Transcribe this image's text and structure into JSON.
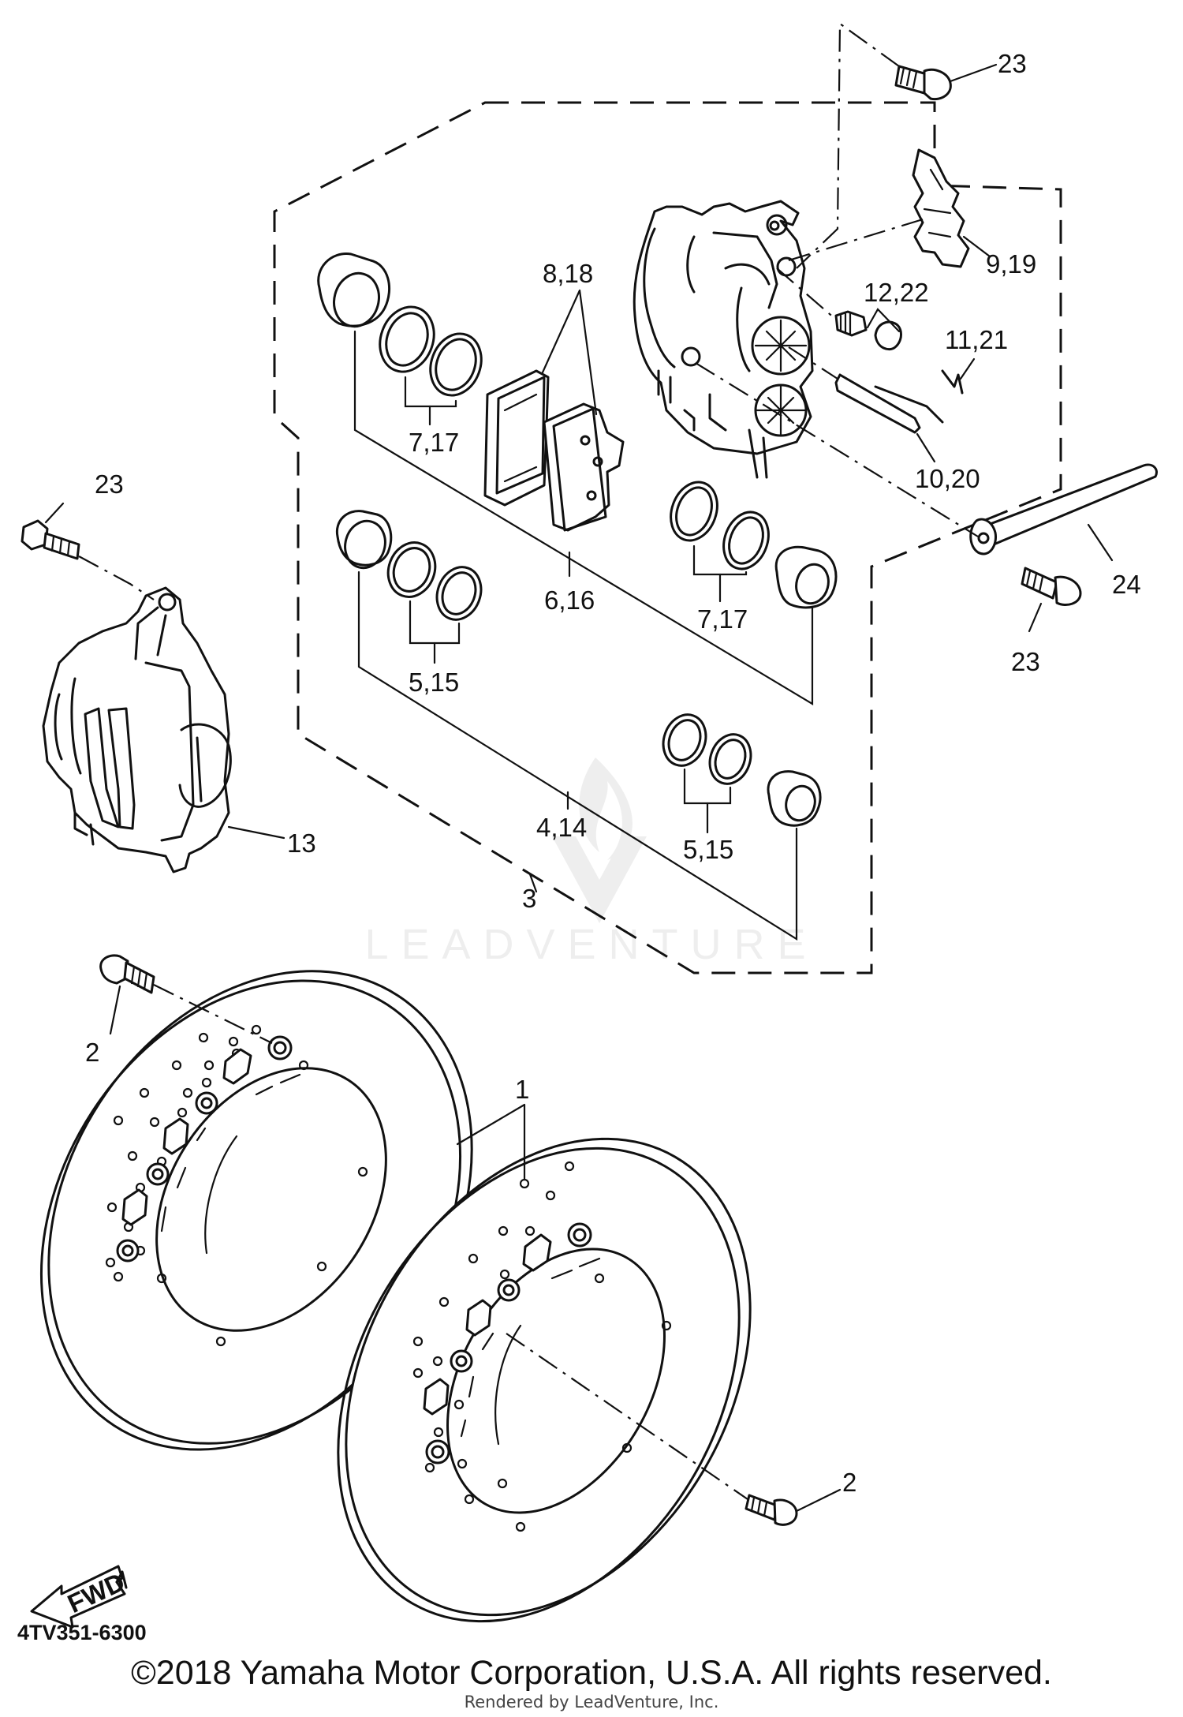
{
  "callouts": [
    {
      "id": "c23a",
      "label": "23"
    },
    {
      "id": "c23b",
      "label": "23"
    },
    {
      "id": "c23c",
      "label": "23"
    },
    {
      "id": "c9_19",
      "label": "9,19"
    },
    {
      "id": "c12_22",
      "label": "12,22"
    },
    {
      "id": "c11_21",
      "label": "11,21"
    },
    {
      "id": "c10_20",
      "label": "10,20"
    },
    {
      "id": "c24",
      "label": "24"
    },
    {
      "id": "c8_18",
      "label": "8,18"
    },
    {
      "id": "c7_17a",
      "label": "7,17"
    },
    {
      "id": "c7_17b",
      "label": "7,17"
    },
    {
      "id": "c6_16",
      "label": "6,16"
    },
    {
      "id": "c5_15a",
      "label": "5,15"
    },
    {
      "id": "c5_15b",
      "label": "5,15"
    },
    {
      "id": "c4_14",
      "label": "4,14"
    },
    {
      "id": "c3",
      "label": "3"
    },
    {
      "id": "c13",
      "label": "13"
    },
    {
      "id": "c2a",
      "label": "2"
    },
    {
      "id": "c2b",
      "label": "2"
    },
    {
      "id": "c1",
      "label": "1"
    }
  ],
  "fwd_label": "FWD",
  "diagram_code": "4TV351-6300",
  "watermark": "LEADVENTURE",
  "copyright": "©2018 Yamaha Motor Corporation, U.S.A. All rights reserved.",
  "rendered_by": "Rendered by LeadVenture, Inc."
}
